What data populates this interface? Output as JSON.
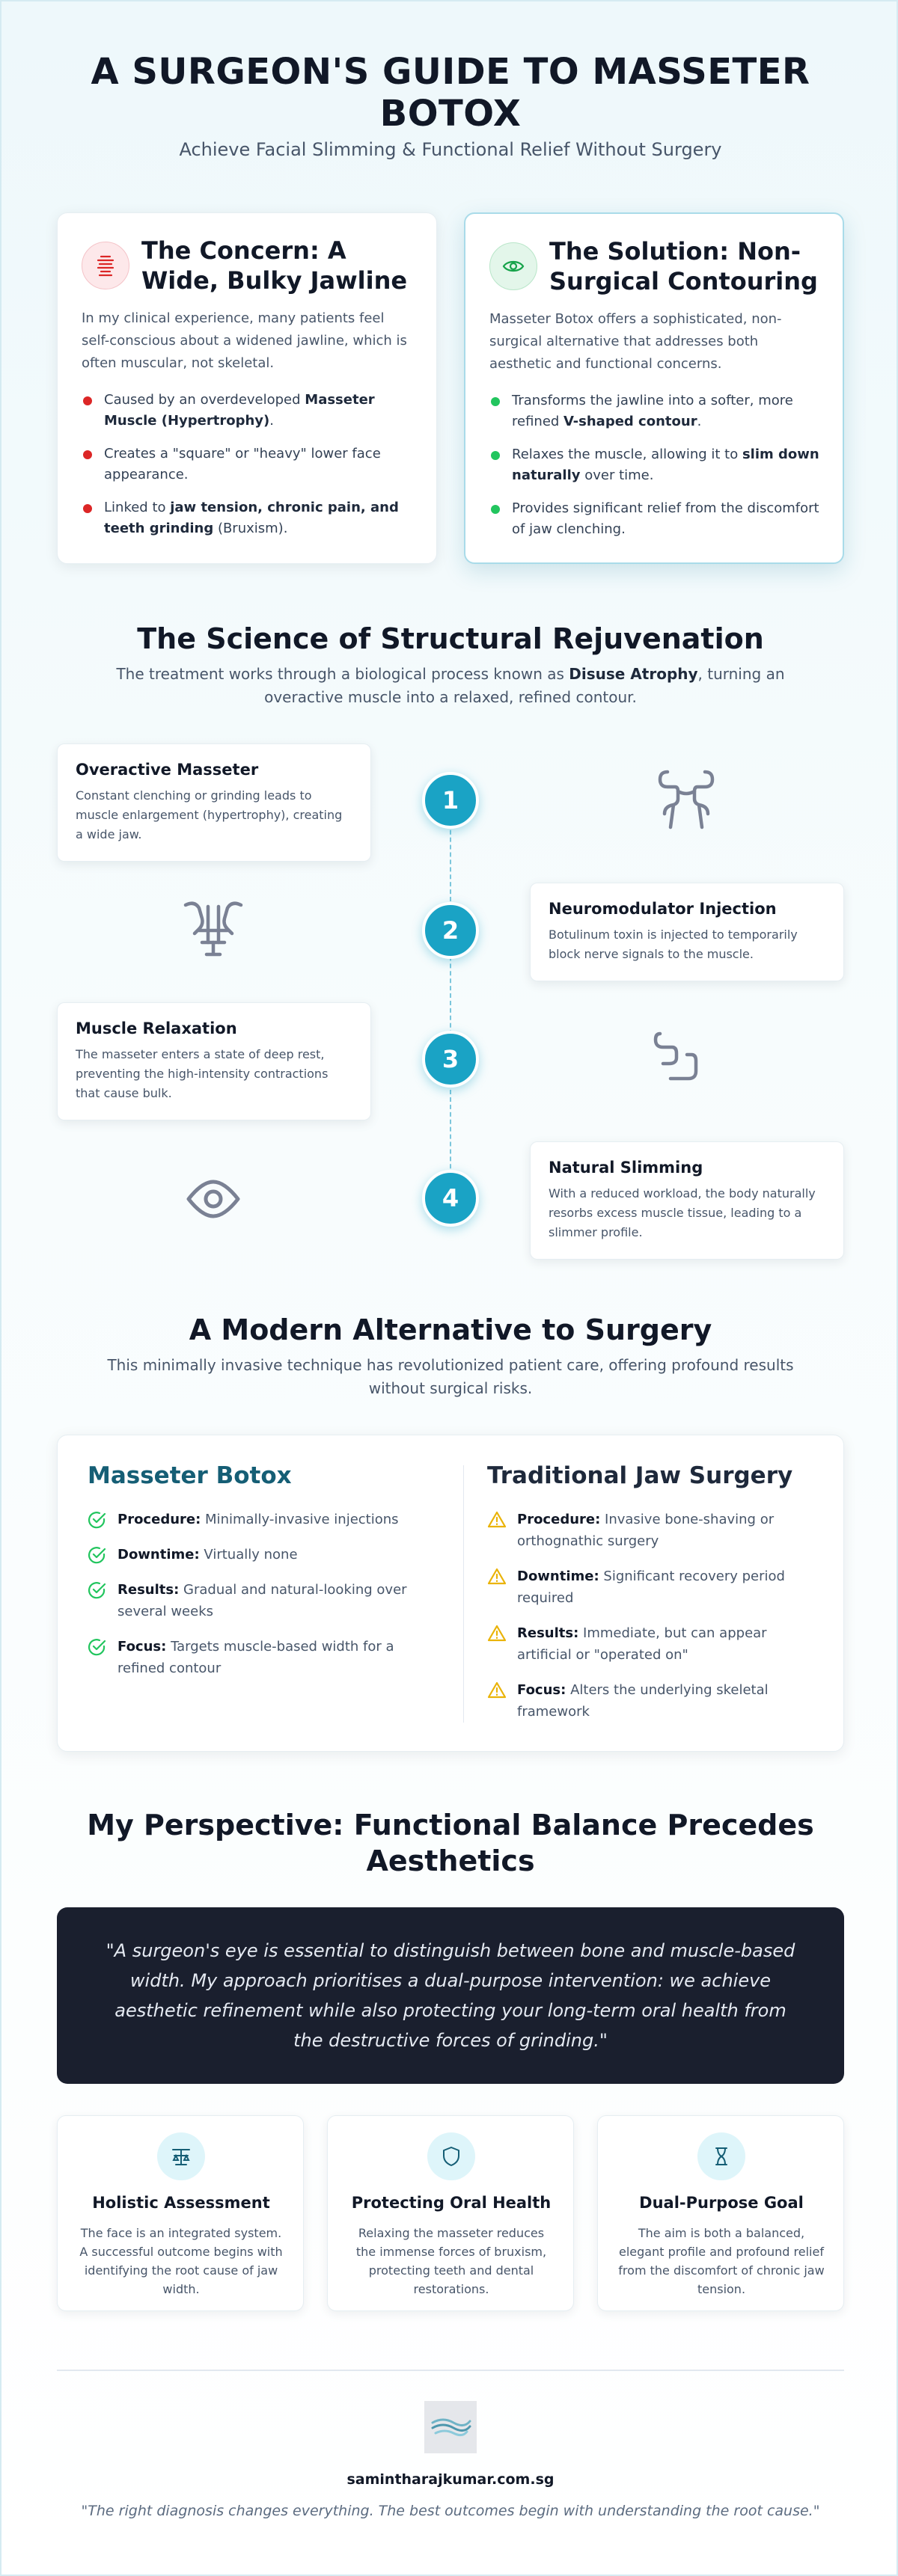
{
  "header": {
    "title": "A SURGEON'S GUIDE TO MASSETER BOTOX",
    "subtitle": "Achieve Facial Slimming & Functional Relief Without Surgery"
  },
  "concern": {
    "icon": "jaw-tension-icon",
    "title": "The Concern: A Wide, Bulky Jawline",
    "intro": "In my clinical experience, many patients feel self-conscious about a widened jawline, which is often muscular, not skeletal.",
    "bullets": [
      {
        "pre": "Caused by an overdeveloped ",
        "bold": "Masseter Muscle (Hypertrophy)",
        "post": "."
      },
      {
        "pre": "Creates a \"square\" or \"heavy\" lower face appearance.",
        "bold": "",
        "post": ""
      },
      {
        "pre": "Linked to ",
        "bold": "jaw tension, chronic pain, and teeth grinding",
        "post": " (Bruxism)."
      }
    ],
    "accent": "#dc2626"
  },
  "solution": {
    "icon": "eye-icon",
    "title": "The Solution: Non-Surgical Contouring",
    "intro": "Masseter Botox offers a sophisticated, non-surgical alternative that addresses both aesthetic and functional concerns.",
    "bullets": [
      {
        "pre": "Transforms the jawline into a softer, more refined ",
        "bold": "V-shaped contour",
        "post": "."
      },
      {
        "pre": "Relaxes the muscle, allowing it to ",
        "bold": "slim down naturally",
        "post": " over time."
      },
      {
        "pre": "Provides significant relief from the discomfort of jaw clenching.",
        "bold": "",
        "post": ""
      }
    ],
    "accent": "#22c55e"
  },
  "science": {
    "title": "The Science of Structural Rejuvenation",
    "desc_pre": "The treatment works through a biological process known as ",
    "desc_bold": "Disuse Atrophy",
    "desc_post": ", turning an overactive muscle into a relaxed, refined contour.",
    "steps": [
      {
        "num": "1",
        "title": "Overactive Masseter",
        "desc": "Constant clenching or grinding leads to muscle enlargement (hypertrophy), creating a wide jaw.",
        "icon": "muscle-icon"
      },
      {
        "num": "2",
        "title": "Neuromodulator Injection",
        "desc": "Botulinum toxin is injected to temporarily block nerve signals to the muscle.",
        "icon": "injection-icon"
      },
      {
        "num": "3",
        "title": "Muscle Relaxation",
        "desc": "The masseter enters a state of deep rest, preventing the high-intensity contractions that cause bulk.",
        "icon": "relaxation-icon"
      },
      {
        "num": "4",
        "title": "Natural Slimming",
        "desc": "With a reduced workload, the body naturally resorbs excess muscle tissue, leading to a slimmer profile.",
        "icon": "eye-icon"
      }
    ],
    "accent": "#1aa3c5"
  },
  "alternative": {
    "title": "A Modern Alternative to Surgery",
    "desc": "This minimally invasive technique has revolutionized patient care, offering profound results without surgical risks.",
    "left": {
      "title": "Masseter Botox",
      "icon": "check-circle-icon",
      "items": [
        {
          "label": "Procedure:",
          "text": "Minimally-invasive injections"
        },
        {
          "label": "Downtime:",
          "text": "Virtually none"
        },
        {
          "label": "Results:",
          "text": "Gradual and natural-looking over several weeks"
        },
        {
          "label": "Focus:",
          "text": "Targets muscle-based width for a refined contour"
        }
      ]
    },
    "right": {
      "title": "Traditional Jaw Surgery",
      "icon": "warning-triangle-icon",
      "items": [
        {
          "label": "Procedure:",
          "text": "Invasive bone-shaving or orthognathic surgery"
        },
        {
          "label": "Downtime:",
          "text": "Significant recovery period required"
        },
        {
          "label": "Results:",
          "text": "Immediate, but can appear artificial or \"operated on\""
        },
        {
          "label": "Focus:",
          "text": "Alters the underlying skeletal framework"
        }
      ]
    }
  },
  "perspective": {
    "title": "My Perspective: Functional Balance Precedes Aesthetics",
    "quote": "\"A surgeon's eye is essential to distinguish between bone and muscle-based width. My approach prioritises a dual-purpose intervention: we achieve aesthetic refinement while also protecting your long-term oral health from the destructive forces of grinding.\"",
    "pillars": [
      {
        "icon": "balance-icon",
        "title": "Holistic Assessment",
        "desc": "The face is an integrated system. A successful outcome begins with identifying the root cause of jaw width."
      },
      {
        "icon": "shield-icon",
        "title": "Protecting Oral Health",
        "desc": "Relaxing the masseter reduces the immense forces of bruxism, protecting teeth and dental restorations."
      },
      {
        "icon": "hourglass-icon",
        "title": "Dual-Purpose Goal",
        "desc": "The aim is both a balanced, elegant profile and profound relief from the discomfort of chronic jaw tension."
      }
    ]
  },
  "footer": {
    "logo_icon": "wave-logo-icon",
    "site": "samintharajkumar.com.sg",
    "tagline": "\"The right diagnosis changes everything. The best outcomes begin with understanding the root cause.\""
  }
}
